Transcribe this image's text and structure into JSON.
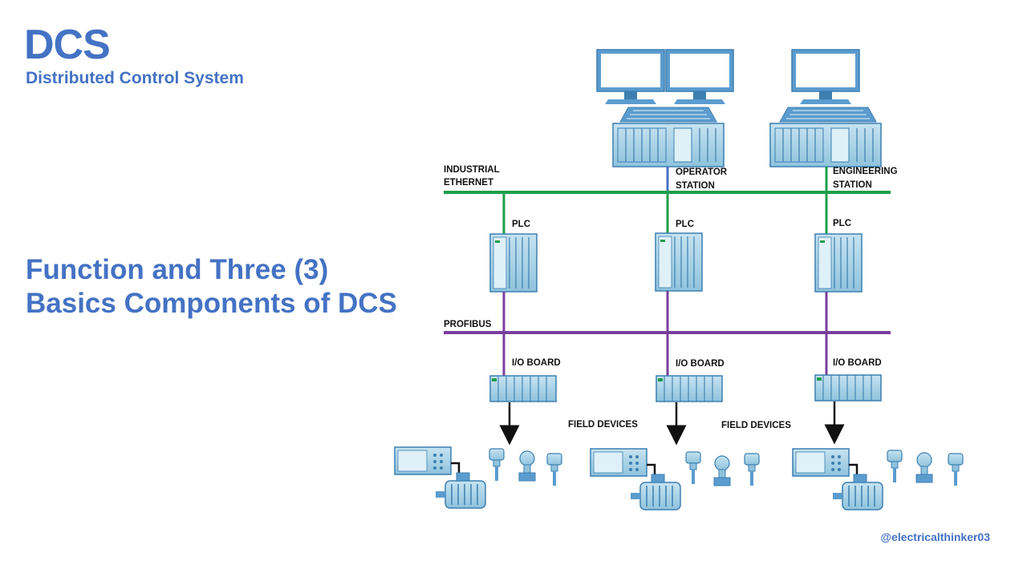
{
  "header": {
    "title": "DCS",
    "subtitle": "Distributed Control System"
  },
  "headline": {
    "line1": "Function and Three (3)",
    "line2": "Basics Components of DCS"
  },
  "diagram": {
    "network_labels": {
      "ethernet_line1": "INDUSTRIAL",
      "ethernet_line2": "ETHERNET",
      "profibus": "PROFIBUS"
    },
    "stations": {
      "operator_line1": "OPERATOR",
      "operator_line2": "STATION",
      "engineering_line1": "ENGINEERING",
      "engineering_line2": "STATION"
    },
    "plc_labels": [
      "PLC",
      "PLC",
      "PLC"
    ],
    "io_labels": [
      "I/O BOARD",
      "I/O BOARD",
      "I/O BOARD"
    ],
    "field_labels": [
      "FIELD DEVICES",
      "FIELD DEVICES"
    ],
    "colors": {
      "ethernet": "#1e9e4a",
      "profibus": "#7a3e9d",
      "device_light": "#a9d4e8",
      "device_dark": "#3c7fb0",
      "text": "#4472c4"
    },
    "icons": [
      "monitor-icon",
      "keyboard-icon",
      "server-rack-icon",
      "plc-icon",
      "io-board-icon",
      "motor-icon",
      "transmitter-icon"
    ]
  },
  "footer": {
    "handle": "@electricalthinker03"
  }
}
